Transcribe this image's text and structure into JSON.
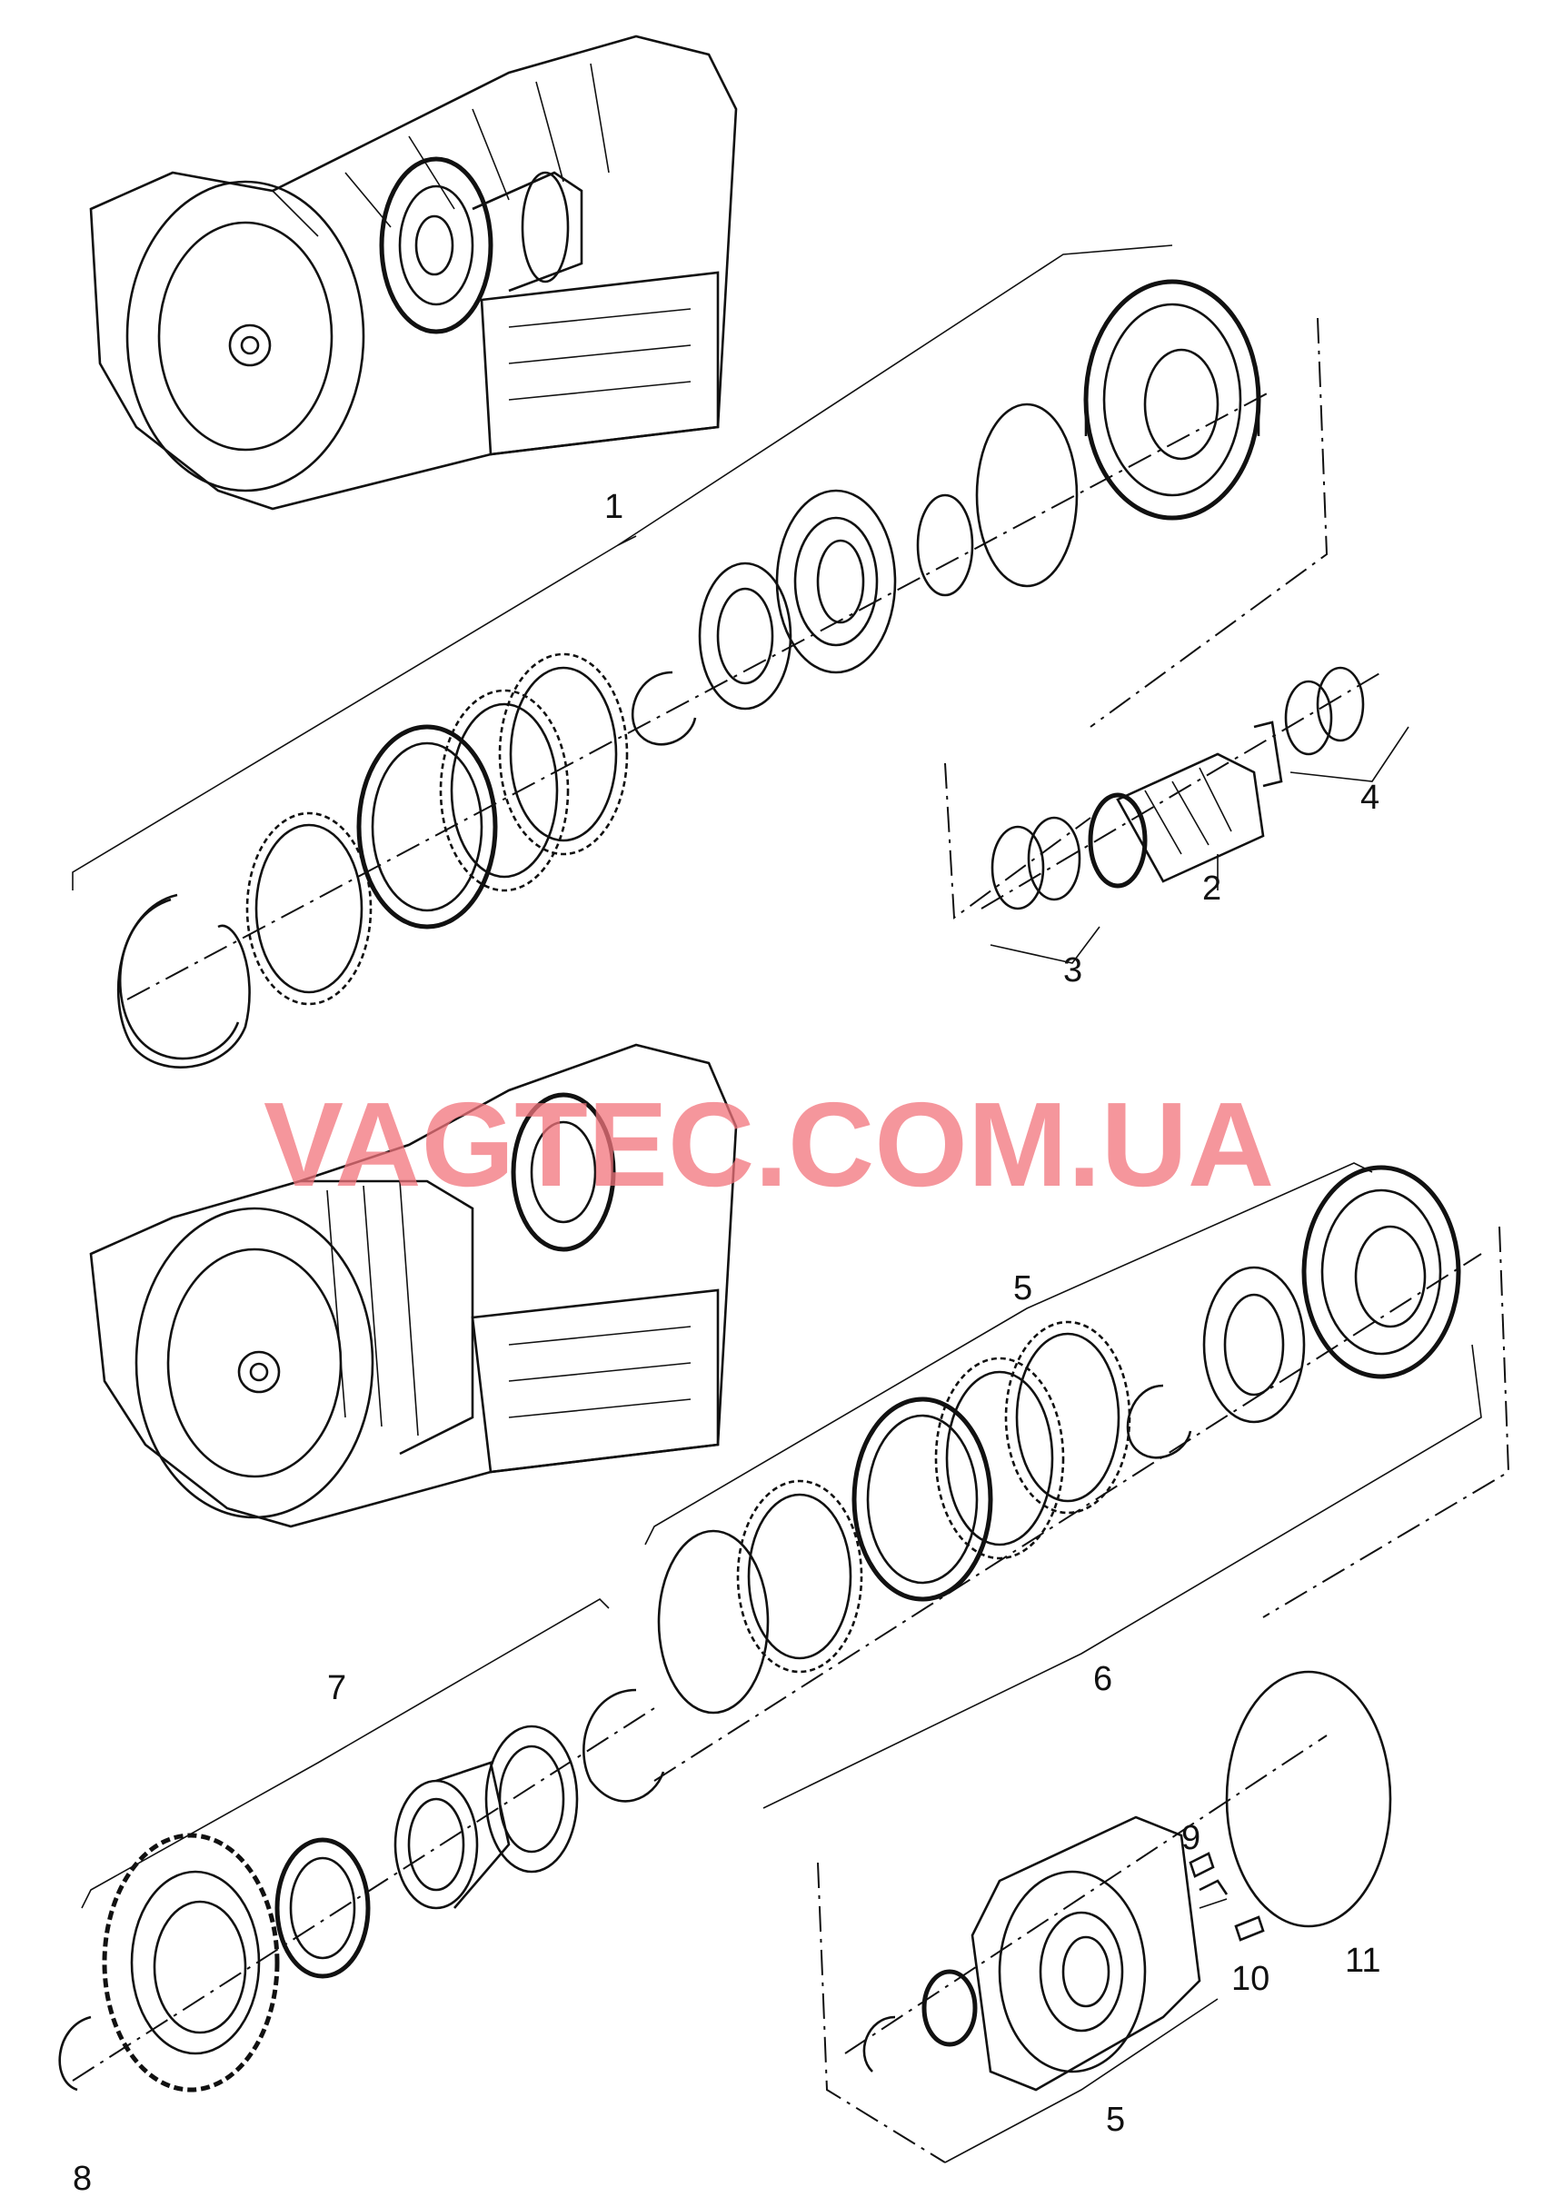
{
  "watermark": "VAGTEC.COM.UA",
  "callouts": [
    {
      "id": "1",
      "text": "1"
    },
    {
      "id": "2",
      "text": "2"
    },
    {
      "id": "3",
      "text": "3"
    },
    {
      "id": "4",
      "text": "4"
    },
    {
      "id": "5",
      "text": "5"
    },
    {
      "id": "5b",
      "text": "5"
    },
    {
      "id": "6",
      "text": "6"
    },
    {
      "id": "7",
      "text": "7"
    },
    {
      "id": "8",
      "text": "8"
    },
    {
      "id": "9",
      "text": "9"
    },
    {
      "id": "10",
      "text": "10"
    },
    {
      "id": "11",
      "text": "11"
    }
  ],
  "colors": {
    "ink": "#111111",
    "watermark": "#f2747c",
    "background": "#ffffff"
  }
}
